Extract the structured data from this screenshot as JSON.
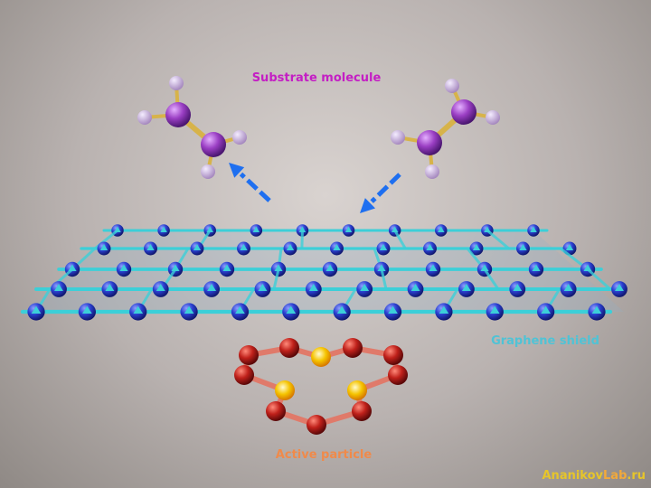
{
  "labels": {
    "substrate": "Substrate  molecule",
    "graphene": "Graphene shield",
    "active": "Active particle"
  },
  "watermark": {
    "part1": "Ananikov",
    "part2": "Lab",
    "part3": ".ru"
  },
  "colors": {
    "substrate_label": "#c41ec4",
    "graphene_label": "#4fc3d6",
    "active_label": "#f08a4a",
    "graphene_atom": "#2a3fd0",
    "graphene_bond": "#3ccfd8",
    "substrate_atom": "#9b3fc4",
    "hydrogen": "#c9a8dc",
    "bond": "#d7b34a",
    "particle_atom": "#c0211b",
    "particle_highlight": "#f5c400",
    "arrow": "#1e6ff0"
  }
}
